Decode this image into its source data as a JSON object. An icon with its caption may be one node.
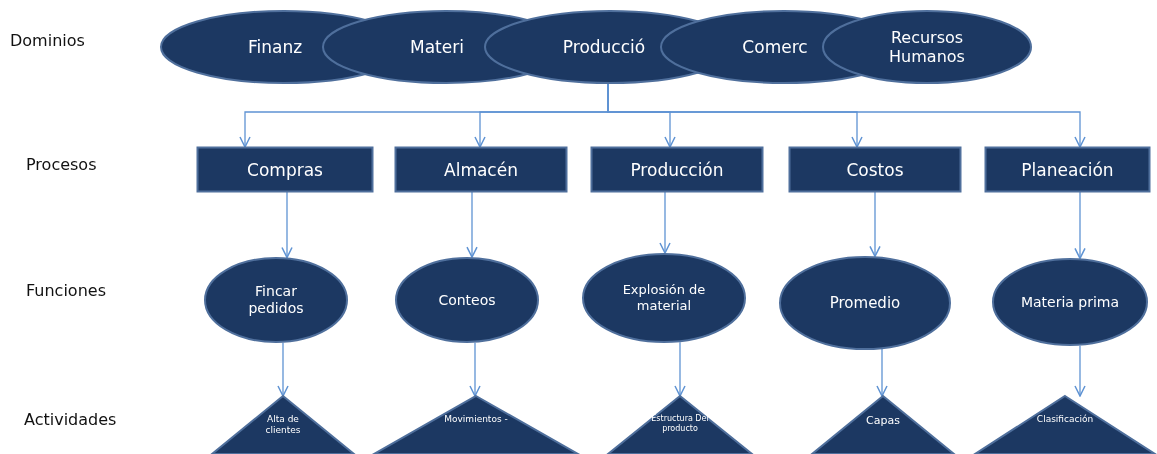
{
  "diagram": {
    "nodes": [
      {
        "text": [
          "Finanz"
        ]
      },
      {
        "text": [
          "Materi"
        ]
      },
      {
        "text": [
          "Producció"
        ]
      },
      {
        "text": [
          "Comerc"
        ]
      },
      {
        "text": [
          "Recursos Humanos"
        ]
      },
      {
        "text": [
          "Compras"
        ]
      },
      {
        "text": [
          "Almacén"
        ]
      },
      {
        "text": [
          "Producción"
        ]
      },
      {
        "text": [
          "Costos"
        ]
      },
      {
        "text": [
          "Planeación"
        ]
      },
      {
        "text": [
          "Fincar pedidos"
        ]
      },
      {
        "text": [
          "Conteos"
        ]
      },
      {
        "text": [
          "Explosión de material"
        ]
      },
      {
        "text": [
          "Promedio"
        ]
      },
      {
        "text": [
          "Materia prima"
        ]
      },
      {
        "text": [
          "Alta de clientes"
        ]
      },
      {
        "text": [
          "Movimientos -"
        ]
      },
      {
        "text": [
          "Estructura Del producto"
        ]
      },
      {
        "text": [
          "Capas"
        ]
      },
      {
        "text": [
          "Clasificación"
        ]
      }
    ],
    "edges": [
      {
        "from": 2,
        "to": 5,
        "arrow": "to"
      },
      {
        "from": 2,
        "to": 6,
        "arrow": "to"
      },
      {
        "from": 2,
        "to": 7,
        "arrow": "to"
      },
      {
        "from": 2,
        "to": 8,
        "arrow": "to"
      },
      {
        "from": 2,
        "to": 9,
        "arrow": "to"
      },
      {
        "from": 5,
        "to": 10,
        "arrow": "to"
      },
      {
        "from": 6,
        "to": 11,
        "arrow": "to"
      },
      {
        "from": 7,
        "to": 12,
        "arrow": "to"
      },
      {
        "from": 8,
        "to": 13,
        "arrow": "to"
      },
      {
        "from": 9,
        "to": 14,
        "arrow": "to"
      },
      {
        "from": 10,
        "to": 15,
        "arrow": "to"
      },
      {
        "from": 11,
        "to": 16,
        "arrow": "to"
      },
      {
        "from": 12,
        "to": 17,
        "arrow": "to"
      },
      {
        "from": 13,
        "to": 18,
        "arrow": "to"
      },
      {
        "from": 14,
        "to": 19,
        "arrow": "to"
      }
    ],
    "labels": [
      "Dominios",
      "Procesos",
      "Funciones",
      "Actividades"
    ]
  }
}
